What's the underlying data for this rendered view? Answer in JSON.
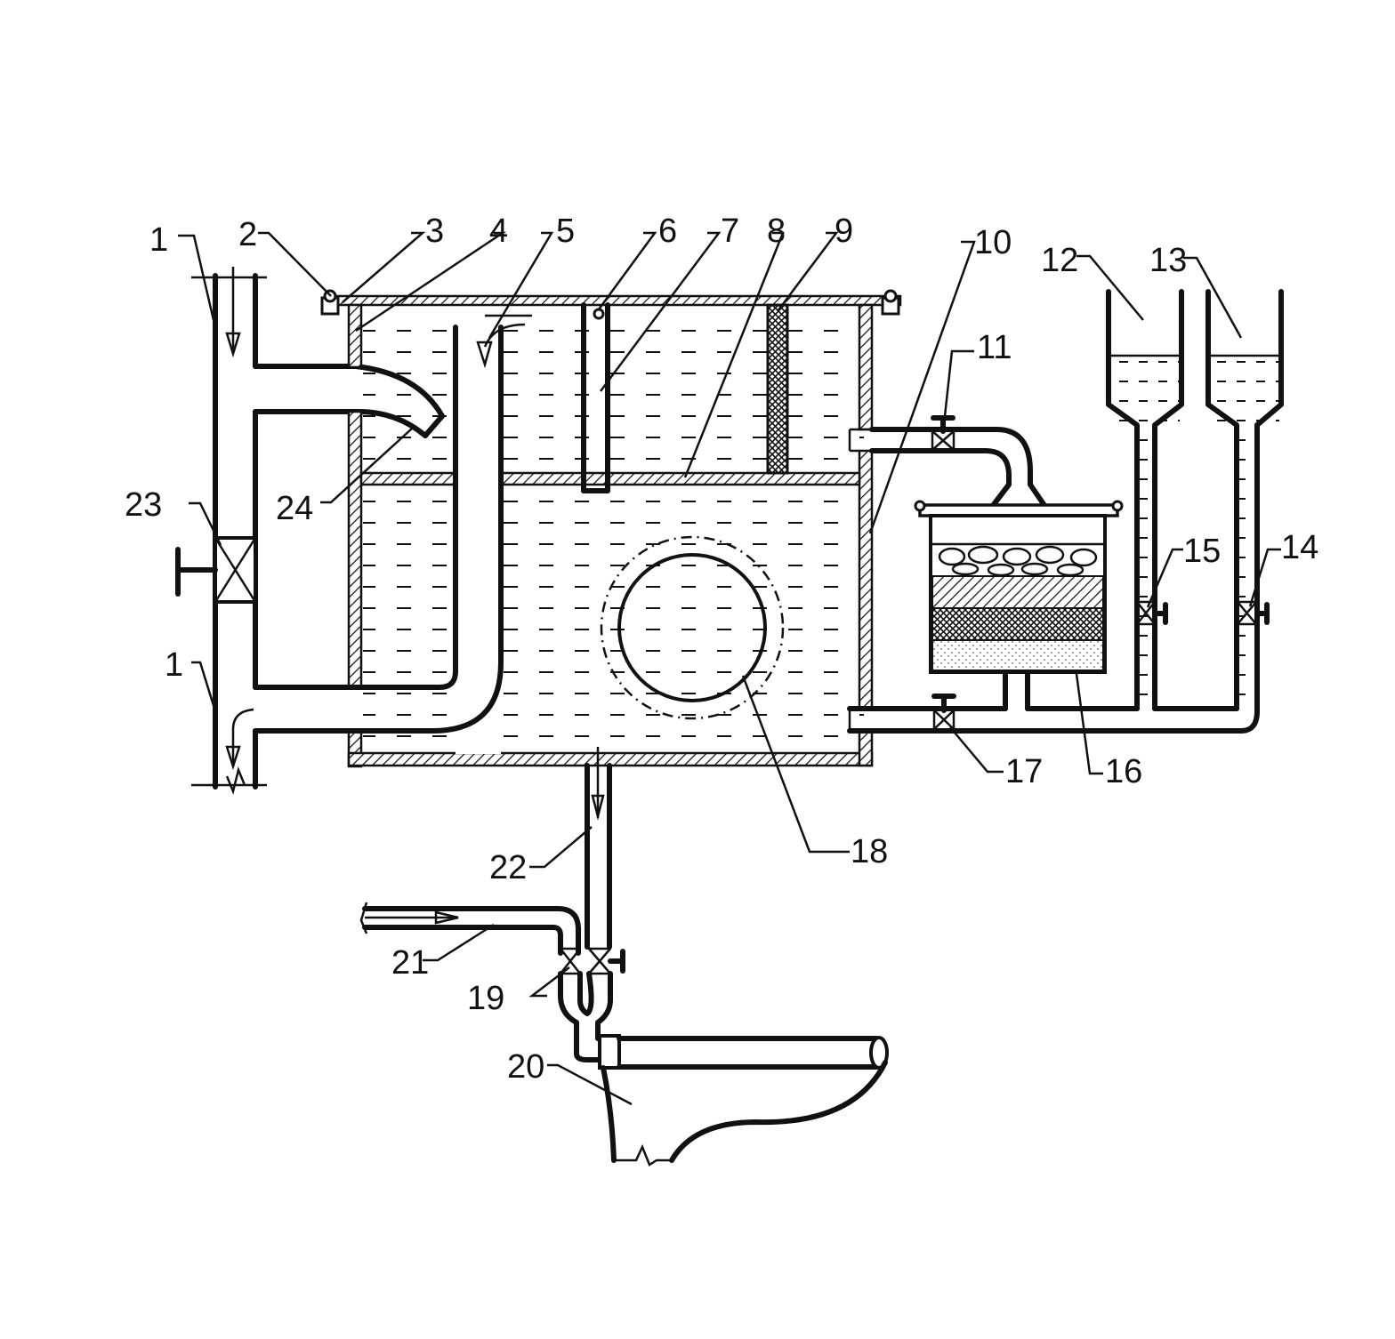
{
  "diagram": {
    "callouts": [
      "1",
      "1",
      "2",
      "3",
      "4",
      "5",
      "6",
      "7",
      "8",
      "9",
      "10",
      "11",
      "12",
      "13",
      "14",
      "15",
      "16",
      "17",
      "18",
      "19",
      "20",
      "21",
      "22",
      "23",
      "24"
    ]
  },
  "colors": {
    "ink": "#111111",
    "paper": "#ffffff"
  }
}
